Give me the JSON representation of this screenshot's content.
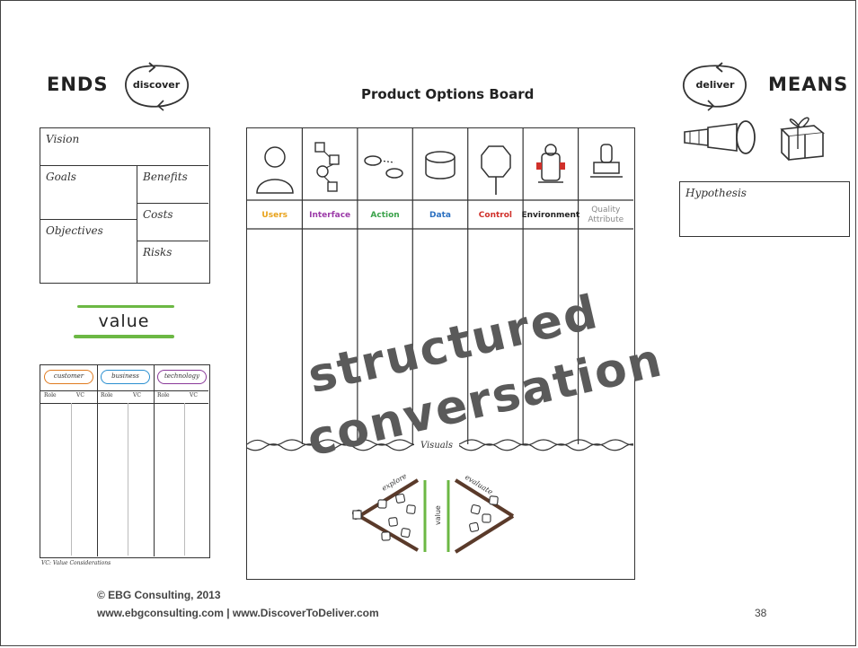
{
  "ends": {
    "title": "ENDS",
    "loop_label": "discover"
  },
  "means": {
    "title": "MEANS",
    "loop_label": "deliver"
  },
  "board_title": "Product Options Board",
  "ends_grid": {
    "vision": "Vision",
    "goals": "Goals",
    "benefits": "Benefits",
    "costs": "Costs",
    "objectives": "Objectives",
    "risks": "Risks"
  },
  "value_label": "value",
  "value_table": {
    "headers": [
      "customer",
      "business",
      "technology"
    ],
    "subheaders": [
      "Role",
      "VC",
      "Role",
      "VC",
      "Role",
      "VC"
    ],
    "footnote": "VC: Value Considerations",
    "colors": [
      "#e07b20",
      "#2a8fd0",
      "#8a3a9a"
    ]
  },
  "board": {
    "columns": [
      {
        "label": "Users",
        "color": "#e8a21a",
        "icon": "user-icon"
      },
      {
        "label": "Interface",
        "color": "#9b3aa8",
        "icon": "interface-icon"
      },
      {
        "label": "Action",
        "color": "#3aa24a",
        "icon": "footsteps-icon"
      },
      {
        "label": "Data",
        "color": "#2a6fc0",
        "icon": "database-icon"
      },
      {
        "label": "Control",
        "color": "#d0302a",
        "icon": "stop-sign-icon"
      },
      {
        "label": "Environment",
        "color": "#222222",
        "icon": "fire-hydrant-icon"
      },
      {
        "label": "Quality Attribute",
        "color": "#888888",
        "icon": "stamp-icon"
      }
    ],
    "visuals_label": "Visuals",
    "explore_label": "explore",
    "evaluate_label": "evaluate",
    "visual_value_label": "value"
  },
  "watermark": {
    "line1": "structured",
    "line2": "conversation"
  },
  "hypothesis": "Hypothesis",
  "footer": {
    "copyright": "© EBG Consulting, 2013",
    "links": "www.ebgconsulting.com | www.DiscoverToDeliver.com",
    "page_number": "38"
  }
}
